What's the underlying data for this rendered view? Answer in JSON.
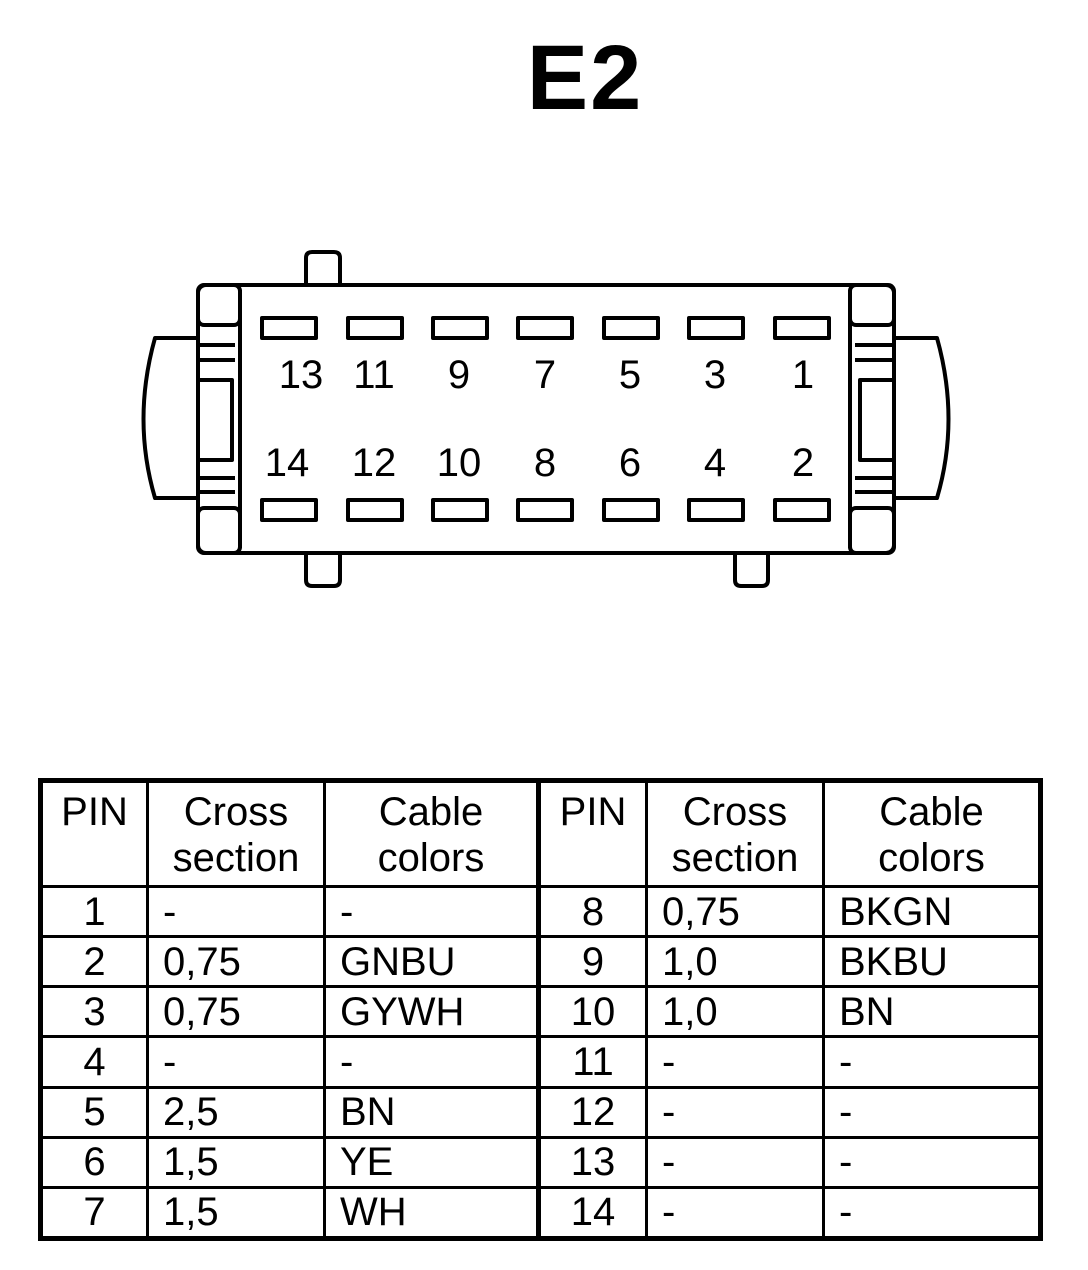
{
  "title": "E2",
  "connector": {
    "top_pins": [
      "13",
      "11",
      "9",
      "7",
      "5",
      "3",
      "1"
    ],
    "bottom_pins": [
      "14",
      "12",
      "10",
      "8",
      "6",
      "4",
      "2"
    ]
  },
  "table": {
    "headers": {
      "pin": "PIN",
      "cross_1": "Cross",
      "cross_2": "section",
      "cable_1": "Cable",
      "cable_2": "colors"
    },
    "rows": [
      {
        "pin_a": "1",
        "cross_a": "-",
        "color_a": "-",
        "pin_b": "8",
        "cross_b": "0,75",
        "color_b": "BKGN"
      },
      {
        "pin_a": "2",
        "cross_a": "0,75",
        "color_a": "GNBU",
        "pin_b": "9",
        "cross_b": "1,0",
        "color_b": "BKBU"
      },
      {
        "pin_a": "3",
        "cross_a": "0,75",
        "color_a": "GYWH",
        "pin_b": "10",
        "cross_b": "1,0",
        "color_b": "BN"
      },
      {
        "pin_a": "4",
        "cross_a": "-",
        "color_a": "-",
        "pin_b": "11",
        "cross_b": "-",
        "color_b": "-"
      },
      {
        "pin_a": "5",
        "cross_a": "2,5",
        "color_a": "BN",
        "pin_b": "12",
        "cross_b": "-",
        "color_b": "-"
      },
      {
        "pin_a": "6",
        "cross_a": "1,5",
        "color_a": "YE",
        "pin_b": "13",
        "cross_b": "-",
        "color_b": "-"
      },
      {
        "pin_a": "7",
        "cross_a": "1,5",
        "color_a": "WH",
        "pin_b": "14",
        "cross_b": "-",
        "color_b": "-"
      }
    ]
  }
}
